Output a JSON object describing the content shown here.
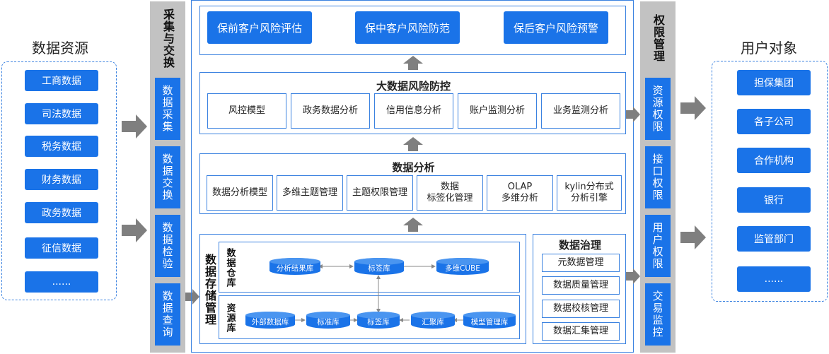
{
  "left": {
    "title": "数据资源",
    "items": [
      "工商数据",
      "司法数据",
      "税务数据",
      "财务数据",
      "政务数据",
      "征信数据",
      "......"
    ]
  },
  "collect": {
    "title": "采集与交换",
    "items": [
      "数据采集",
      "数据交换",
      "数据检验",
      "数据查询"
    ]
  },
  "top_row": [
    "保前客户风险评估",
    "保中客户风险防范",
    "保后客户风险预警"
  ],
  "risk_control": {
    "title": "大数据风险防控",
    "items": [
      "风控模型",
      "政务数据分析",
      "信用信息分析",
      "账户监测分析",
      "业务监测分析"
    ]
  },
  "analysis": {
    "title": "数据分析",
    "items": [
      "数据分析模型",
      "多维主题管理",
      "主题权限管理",
      "数据\n标签化管理",
      "OLAP\n多维分析",
      "kylin分布式\n分析引擎"
    ]
  },
  "storage": {
    "title": "数据存储管理",
    "warehouse_label": "数据仓库",
    "warehouse_dbs": [
      "分析结果库",
      "标签库",
      "多维CUBE"
    ],
    "resource_label": "资源库",
    "resource_dbs": [
      "外部数据库",
      "标准库",
      "标签库",
      "汇聚库",
      "模型管理库"
    ]
  },
  "governance": {
    "title": "数据治理",
    "items": [
      "元数据管理",
      "数据质量管理",
      "数据校核管理",
      "数据汇集管理"
    ]
  },
  "permission": {
    "title": "权限管理",
    "items": [
      "资源权限",
      "接口权限",
      "用户权限",
      "交易监控"
    ]
  },
  "right": {
    "title": "用户对象",
    "items": [
      "担保集团",
      "各子公司",
      "合作机构",
      "银行",
      "监管部门",
      "......"
    ]
  },
  "colors": {
    "blue": "#1a73e8",
    "border": "#3b82e0",
    "band": "#c2c2c2",
    "arrow": "#7f7f7f"
  }
}
